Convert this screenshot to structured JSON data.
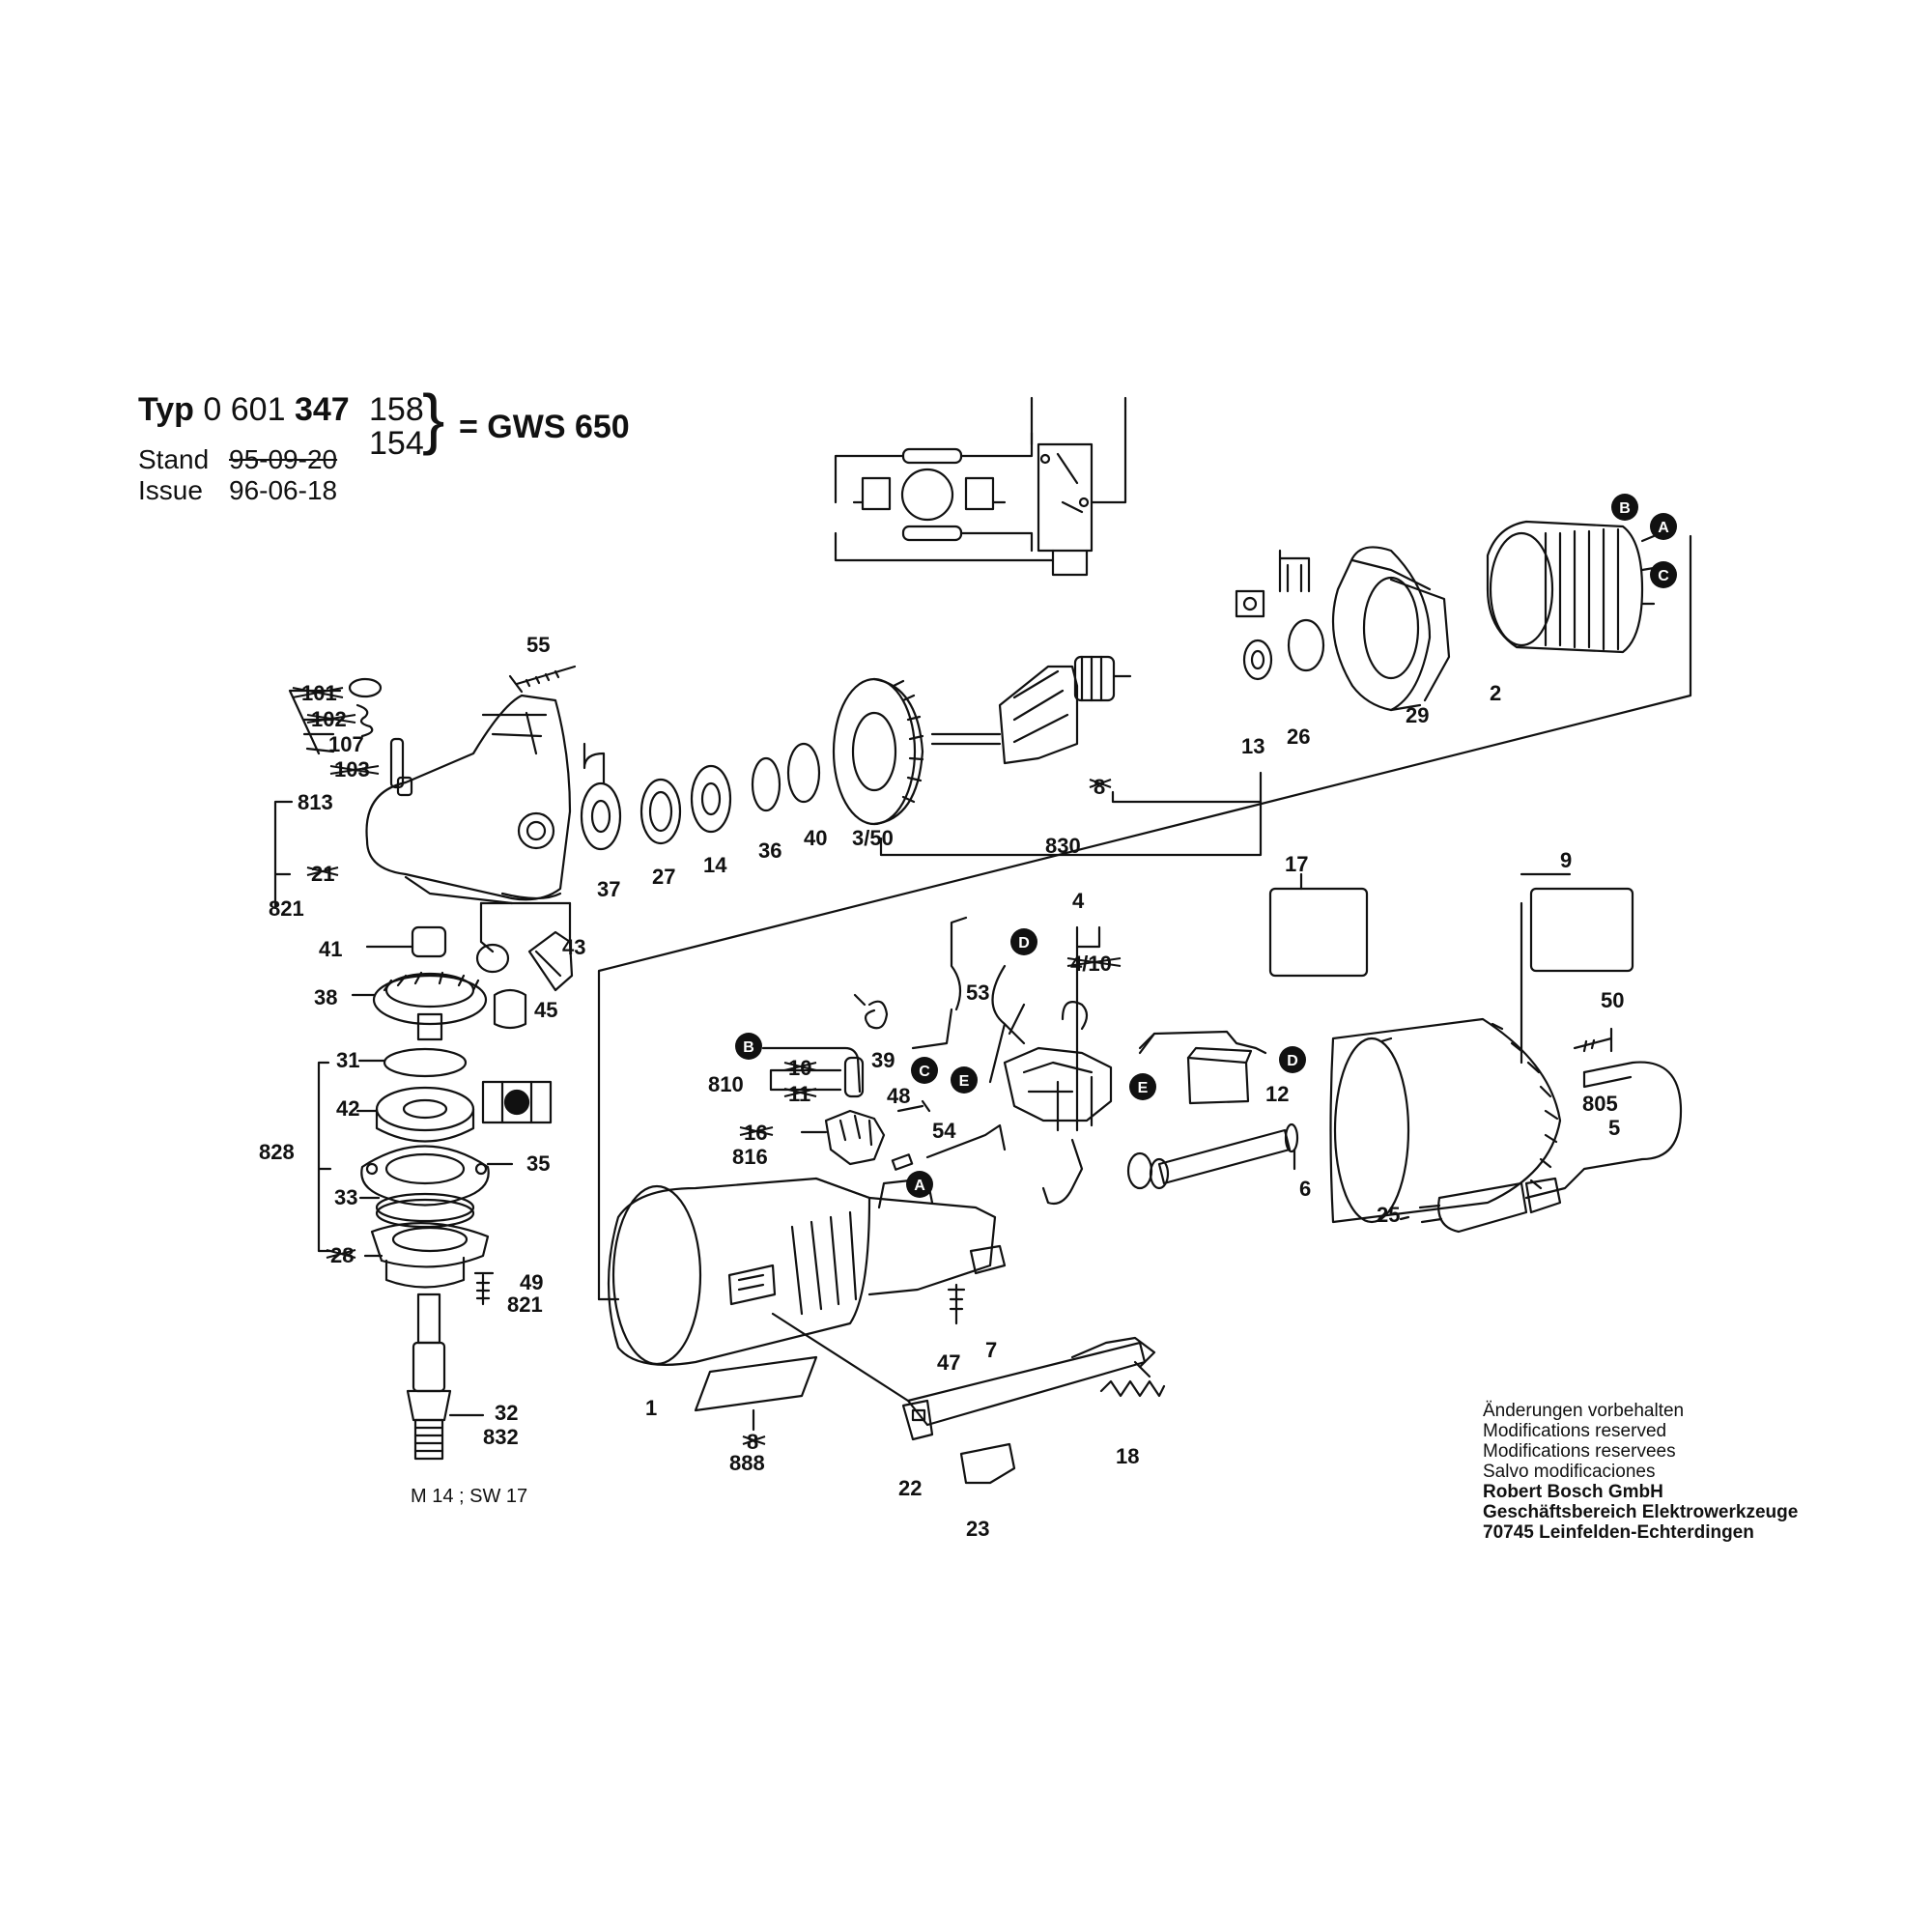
{
  "header": {
    "typ_label": "Typ",
    "typ_number": "0 601",
    "typ_bold": "347",
    "variant_1": "158",
    "variant_2": "154",
    "equals": "= GWS 650",
    "stand_label": "Stand",
    "stand_value": "95-09-20",
    "issue_label": "Issue",
    "issue_value": "96-06-18"
  },
  "notes": {
    "line1": "Änderungen vorbehalten",
    "line2": "Modifications reserved",
    "line3": "Modifications reservees",
    "line4": "Salvo modificaciones",
    "company": "Robert Bosch GmbH",
    "division": "Geschäftsbereich Elektrowerkzeuge",
    "address": "70745 Leinfelden-Echterdingen"
  },
  "spindle_note": "M 14 ; SW 17",
  "labels": {
    "p55": "55",
    "p101": "101",
    "p102": "102",
    "p107": "107",
    "p103": "103",
    "p813": "813",
    "p21": "21",
    "p821a": "821",
    "p41": "41",
    "p38": "38",
    "p45": "45",
    "p43": "43",
    "p31": "31",
    "p42": "42",
    "p828": "828",
    "p35": "35",
    "p33": "33",
    "p28": "28",
    "p49": "49",
    "p821b": "821",
    "p32": "32",
    "p832": "832",
    "p37": "37",
    "p27": "27",
    "p14": "14",
    "p36": "36",
    "p40": "40",
    "p350": "3/50",
    "p830": "830",
    "p8a": "8",
    "p13": "13",
    "p26": "26",
    "p29": "29",
    "p2": "2",
    "p17": "17",
    "p9": "9",
    "p4": "4",
    "p410": "4/10",
    "p53": "53",
    "p39": "39",
    "p810": "810",
    "p10": "10",
    "p11": "11",
    "p48": "48",
    "p16": "16",
    "p816": "816",
    "p54": "54",
    "p12": "12",
    "p50": "50",
    "p805": "805",
    "p5": "5",
    "p6": "6",
    "p25": "25",
    "p7": "7",
    "p47": "47",
    "p1": "1",
    "p8b": "8",
    "p888": "888",
    "p22": "22",
    "p23": "23",
    "p18": "18"
  },
  "connectors": {
    "A": "A",
    "B": "B",
    "C": "C",
    "D": "D",
    "E": "E"
  }
}
